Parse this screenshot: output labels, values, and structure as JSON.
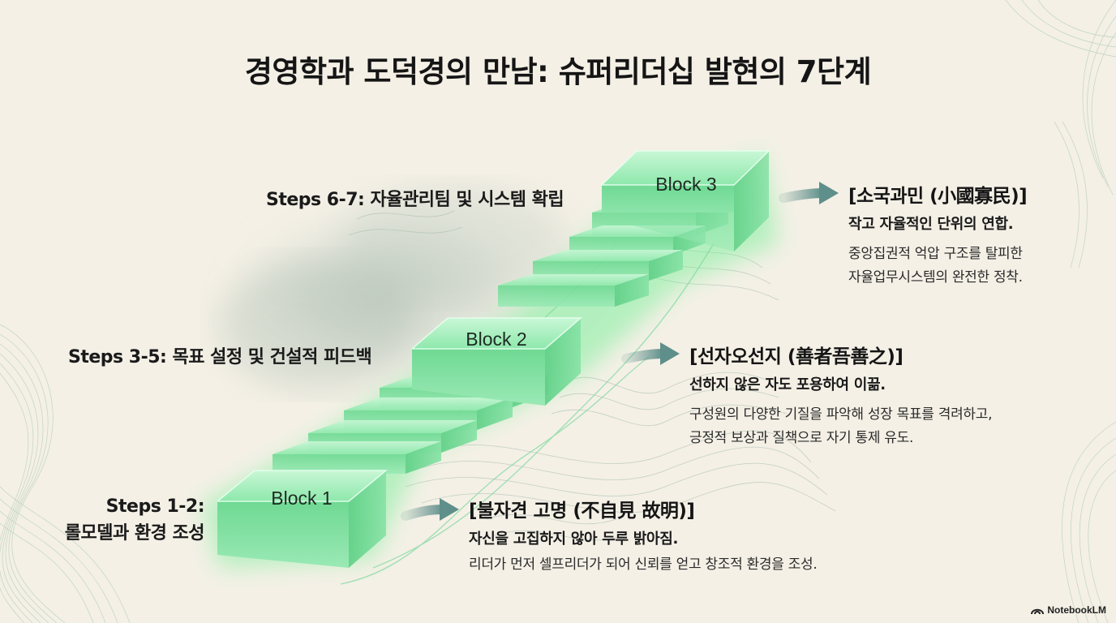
{
  "title": "경영학과 도덕경의 만남: 슈퍼리더십 발현의 7단계",
  "blocks": [
    {
      "label": "Block 1"
    },
    {
      "label": "Block 2"
    },
    {
      "label": "Block 3"
    }
  ],
  "step_groups": [
    {
      "lines": [
        "Steps 1-2:",
        "롤모델과 환경 조성"
      ]
    },
    {
      "lines": [
        "Steps 3-5: 목표 설정 및 건설적 피드백"
      ]
    },
    {
      "lines": [
        "Steps 6-7: 자율관리팀 및 시스템 확립"
      ]
    }
  ],
  "principles": [
    {
      "heading": "[불자견 고명 (不自見 故明)]",
      "summary": "자신을 고집하지 않아 두루 밝아짐.",
      "description": [
        "리더가 먼저 셀프리더가 되어 신뢰를 얻고 창조적 환경을 조성."
      ]
    },
    {
      "heading": "[선자오선지 (善者吾善之)]",
      "summary": "선하지 않은 자도 포용하여 이끎.",
      "description": [
        "구성원의 다양한 기질을 파악해 성장 목표를 격려하고,",
        "긍정적 보상과 질책으로 자기 통제 유도."
      ]
    },
    {
      "heading": "[소국과민 (小國寡民)]",
      "summary": "작고 자율적인 단위의 연합.",
      "description": [
        "중앙집권적 억압 구조를 탈피한",
        "자율업무시스템의 완전한 정착."
      ]
    }
  ],
  "watermark": {
    "text": "NotebookLM",
    "icon": "notebooklm-logo-icon"
  },
  "colors": {
    "background": "#f4f0e6",
    "block_green": "#7fe0a0",
    "block_glow": "#66ef8e",
    "arrow": "#5f8f8a",
    "contour": "#a9bdb0"
  }
}
